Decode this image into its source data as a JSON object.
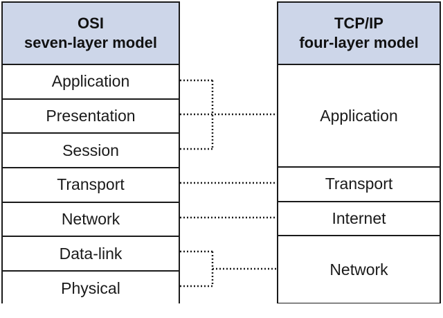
{
  "osi": {
    "title_line1": "OSI",
    "title_line2": "seven-layer model",
    "layers": [
      "Application",
      "Presentation",
      "Session",
      "Transport",
      "Network",
      "Data-link",
      "Physical"
    ]
  },
  "tcpip": {
    "title_line1": "TCP/IP",
    "title_line2": "four-layer model",
    "layers": [
      "Application",
      "Transport",
      "Internet",
      "Network"
    ]
  },
  "colors": {
    "header_background": "#cdd6e9",
    "border": "#1a1a1a"
  }
}
